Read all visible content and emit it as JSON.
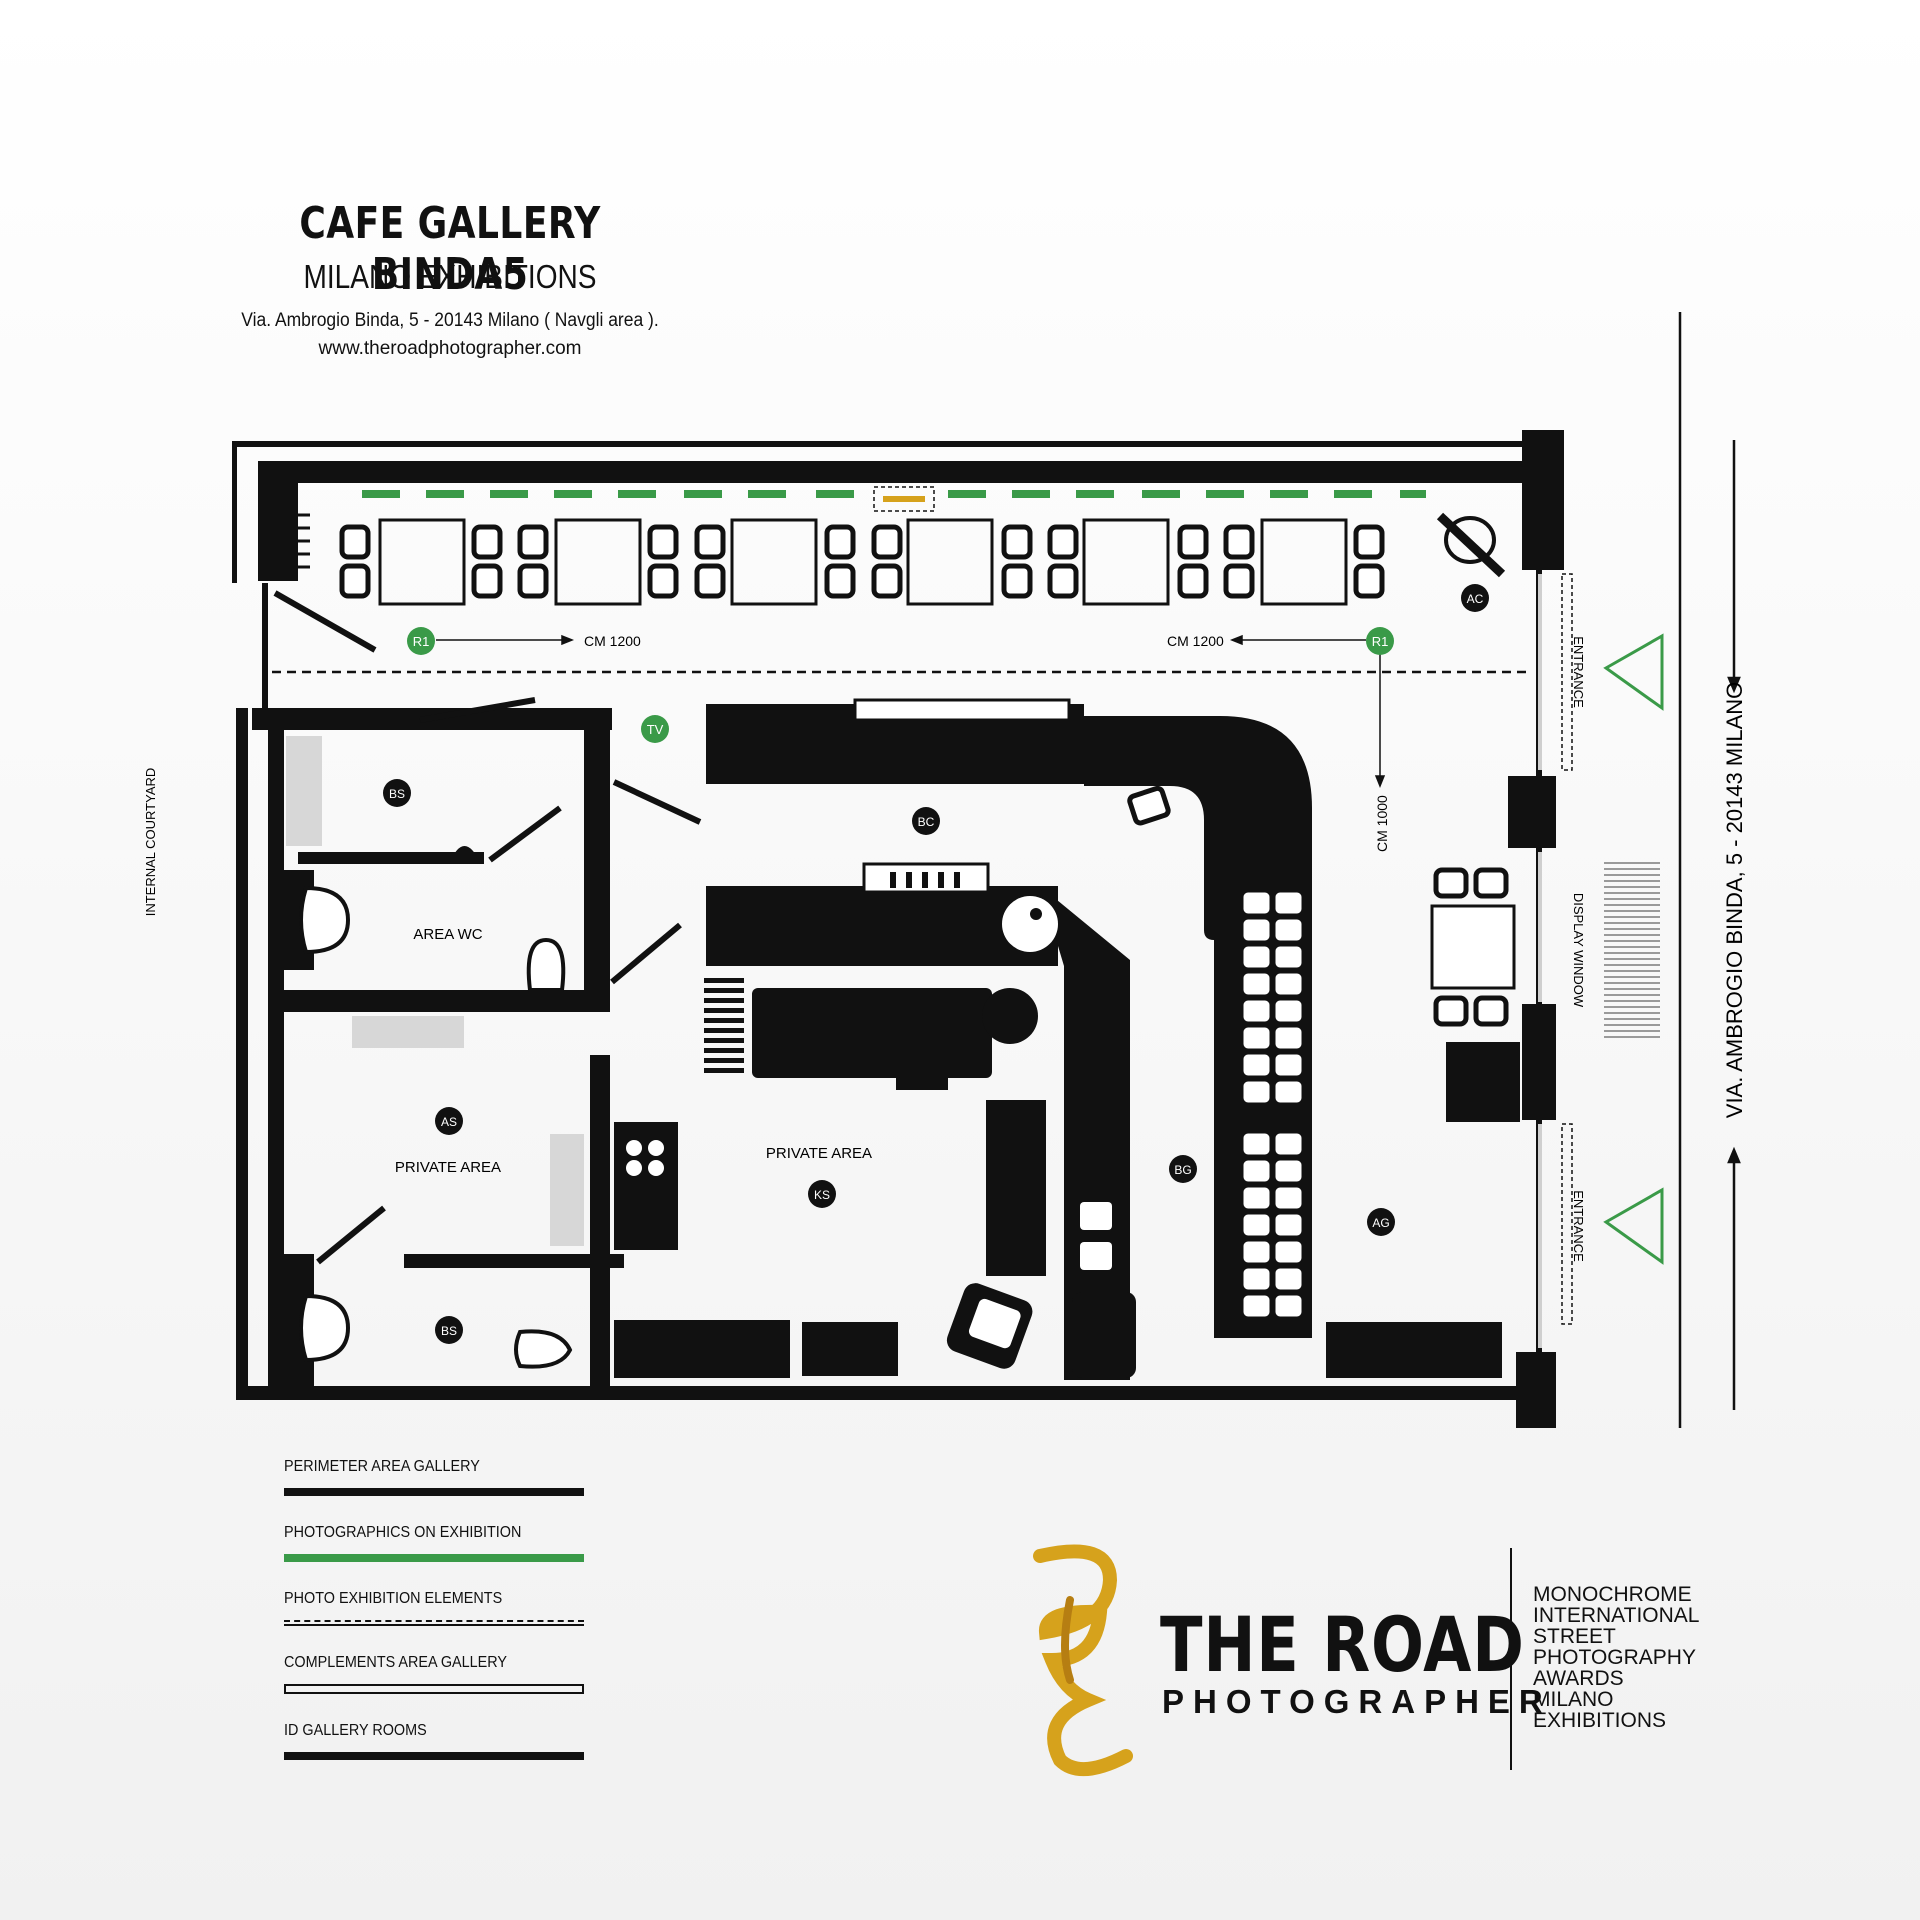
{
  "header": {
    "title": "CAFE GALLERY BINDA5",
    "subtitle": "MILANO EXHIBITIONS",
    "address": "Via. Ambrogio Binda, 5 - 20143 Milano ( Navgli area ).",
    "website": "www.theroadphotographer.com"
  },
  "plan": {
    "side_labels": {
      "courtyard": "INTERNAL COURTYARD",
      "street": "VIA. AMBROGIO BINDA, 5 - 20143 MILANO",
      "entrance_top": "ENTRANCE",
      "entrance_bottom": "ENTRANCE",
      "display_window": "DISPLAY WINDOW"
    },
    "dimensions": {
      "left": "CM 1200",
      "right": "CM 1200",
      "vertical": "CM 1000"
    },
    "markers": {
      "r1_left": "R1",
      "r1_right": "R1",
      "tv": "TV",
      "ac": "AC",
      "bs_top": "BS",
      "bs_bottom": "BS",
      "bc": "BC",
      "as": "AS",
      "ks": "KS",
      "bg": "BG",
      "ag": "AG"
    },
    "rooms": {
      "area_wc": "AREA WC",
      "private_area_left": "PRIVATE AREA",
      "private_area_center": "PRIVATE AREA"
    }
  },
  "legend": [
    {
      "label": "PERIMETER AREA GALLERY",
      "style": "solid-black"
    },
    {
      "label": "PHOTOGRAPHICS ON EXHIBITION",
      "style": "solid-green"
    },
    {
      "label": "PHOTO EXHIBITION ELEMENTS",
      "style": "dashed"
    },
    {
      "label": "COMPLEMENTS AREA GALLERY",
      "style": "outline"
    },
    {
      "label": "ID GALLERY ROOMS",
      "style": "solid-black"
    }
  ],
  "brand": {
    "name": "THE ROAD",
    "sub": "PHOTOGRAPHER",
    "lines": [
      "MONOCHROME",
      "INTERNATIONAL",
      "STREET",
      "PHOTOGRAPHY",
      "AWARDS",
      "MILANO",
      "EXHIBITIONS"
    ]
  },
  "colors": {
    "wall": "#111111",
    "exhibition_green": "#3a9a48",
    "gold": "#d6a21c",
    "gray_fixture": "#d7d7d7"
  }
}
